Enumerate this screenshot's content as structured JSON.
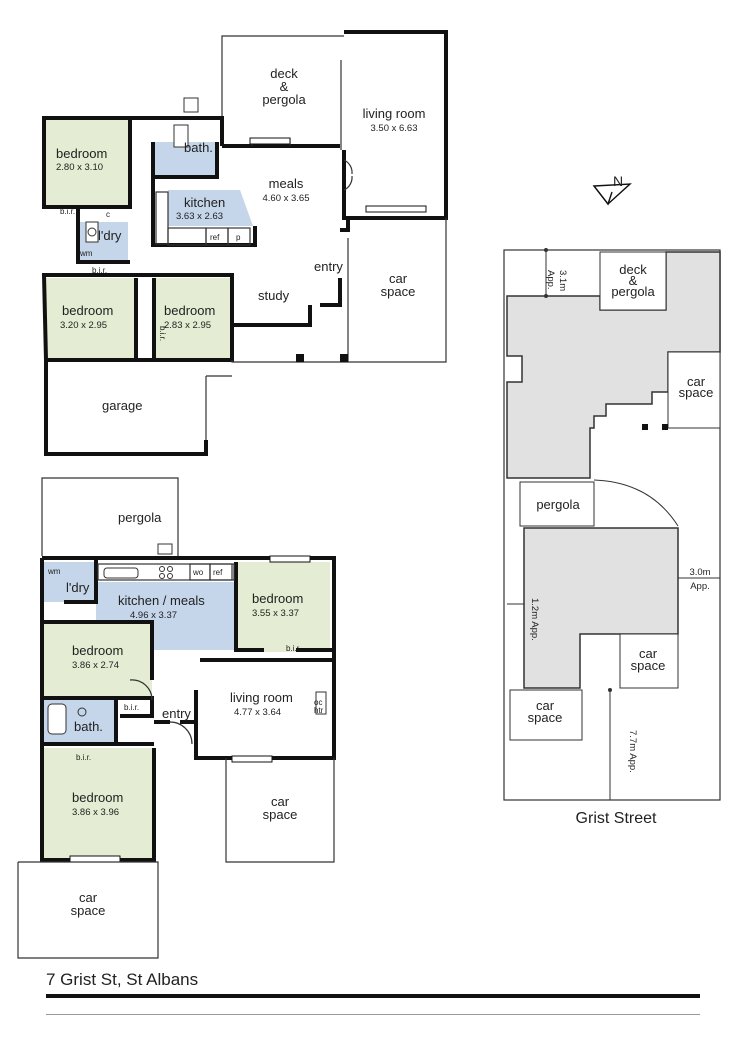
{
  "address": "7 Grist St, St Albans",
  "north": "N",
  "street": "Grist Street",
  "colors": {
    "bedroom": "#e4ecd3",
    "wet": "#c5d5ea",
    "site_building": "#e1e1e1"
  },
  "ground_upper": {
    "deck": "deck\n&\npergola",
    "living": {
      "name": "living room",
      "dim": "3.50  x  6.63"
    },
    "bath": "bath.",
    "bed1": {
      "name": "bedroom",
      "dim": "2.80  x  3.10"
    },
    "meals": {
      "name": "meals",
      "dim": "4.60  x  3.65"
    },
    "kitchen": {
      "name": "kitchen",
      "dim": "3.63  x  2.63"
    },
    "bir": "b.i.r.",
    "c": "c",
    "wm": "wm",
    "ldry": "l'dry",
    "ref": "ref",
    "p": "p",
    "entry": "entry",
    "car": "car\nspace",
    "bed2": {
      "name": "bedroom",
      "dim": "3.20  x  2.95"
    },
    "bed3": {
      "name": "bedroom",
      "dim": "2.83  x  2.95"
    },
    "study": "study",
    "garage": "garage"
  },
  "ground_lower": {
    "pergola": "pergola",
    "wm": "wm",
    "ldry": "l'dry",
    "kitchen": {
      "name": "kitchen / meals",
      "dim": "4.96  x  3.37"
    },
    "wo": "wo",
    "ref": "ref",
    "bed1": {
      "name": "bedroom",
      "dim": "3.55  x  3.37"
    },
    "bed2": {
      "name": "bedroom",
      "dim": "3.86  x  2.74"
    },
    "bir": "b.i.r.",
    "living": {
      "name": "living room",
      "dim": "4.77  x  3.64"
    },
    "oc": "oc",
    "htr": "htr",
    "entry": "entry",
    "bath": "bath.",
    "bed3": {
      "name": "bedroom",
      "dim": "3.86  x  3.96"
    },
    "car_side": "car\nspace",
    "car_front": "car\nspace"
  },
  "site": {
    "dim_top": "3.1m\nApp.",
    "deck": "deck\n&\npergola",
    "car1": "car\nspace",
    "pergola": "pergola",
    "dim_right": "3.0m\nApp.",
    "dim_left": "1.2m\nApp.",
    "car2": "car\nspace",
    "car3": "car\nspace",
    "dim_front": "7.7m\nApp."
  }
}
